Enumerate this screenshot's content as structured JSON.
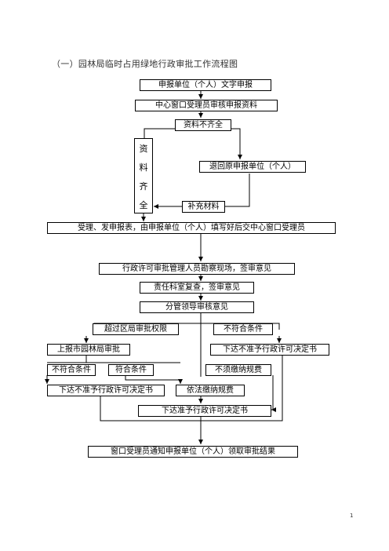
{
  "title": "（一）园林局临时占用绿地行政审批工作流程图",
  "page_number": "1",
  "colors": {
    "line": "#000000",
    "background": "#ffffff"
  },
  "nodes": {
    "apply": "申报单位（个人）文字申报",
    "review": "中心窗口受理员审核申报资料",
    "incomplete": "资料不齐全",
    "complete_chars": [
      "资",
      "料",
      "齐",
      "全"
    ],
    "return": "退回原申报单位（个人）",
    "supplement": "补充材料",
    "accept": "受理、发申报表，由申报单位（个人）填写好后交中心窗口受理员",
    "inspect": "行政许可审批管理人员勘察现场，签审意见",
    "recheck": "责任科室复查，签审意见",
    "leader": "分管领导审核意见",
    "exceed": "超过区局审批权限",
    "not_meet_1": "不符合条件",
    "report_city": "上报市园林局审批",
    "deny_1": "下达不准予行政许可决定书",
    "not_meet_2": "不符合条件",
    "meet": "符合条件",
    "no_fee": "不须缴纳规费",
    "deny_2": "下达不准予行政许可决定书",
    "pay_fee": "依法缴纳规费",
    "approve": "下达准予行政许可决定书",
    "notify": "窗口受理员通知申报单位（个人）领取审批结果"
  }
}
